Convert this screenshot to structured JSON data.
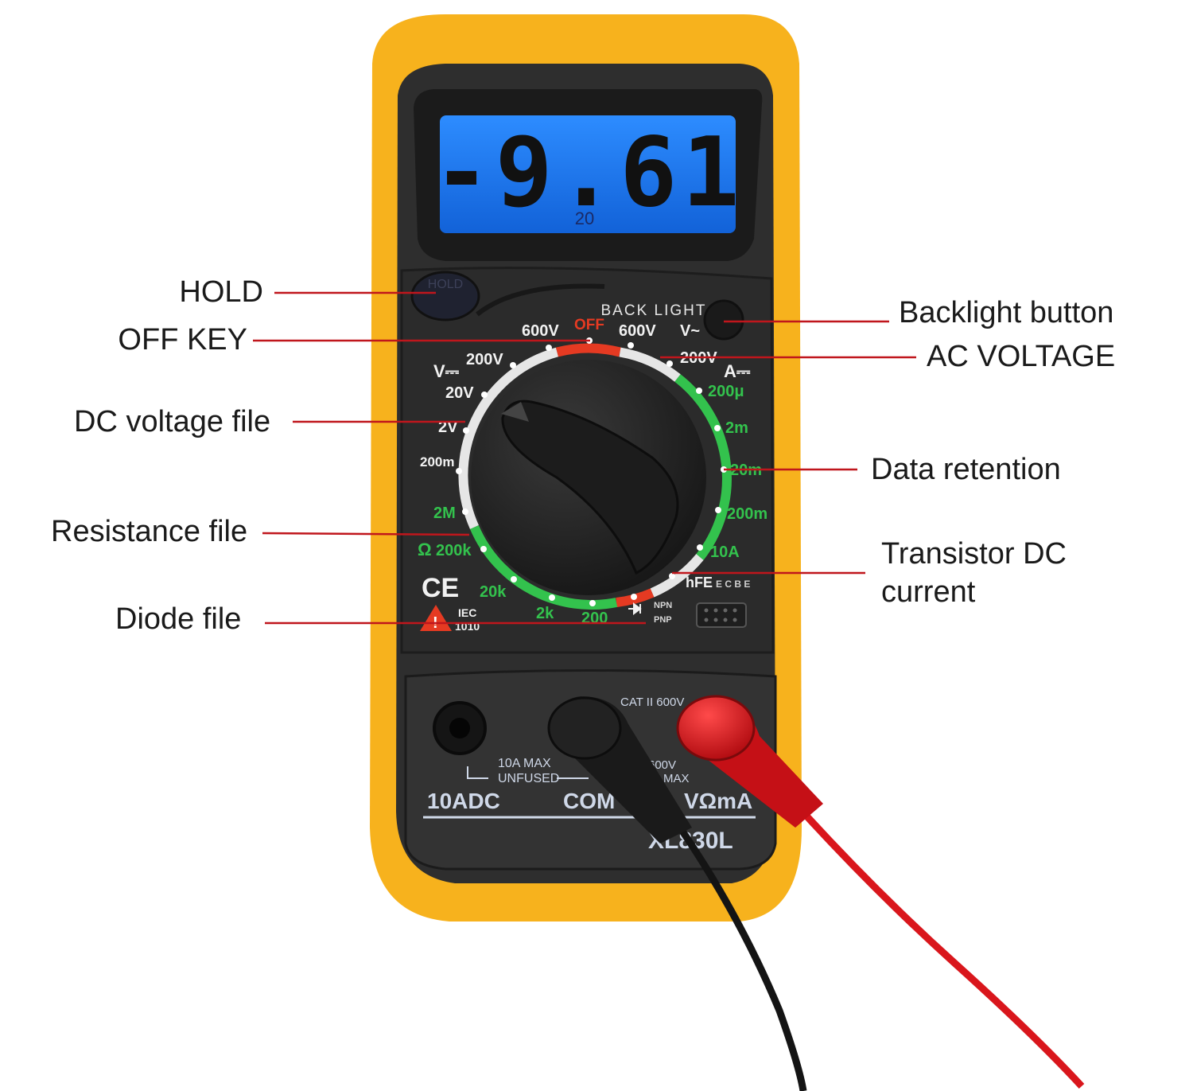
{
  "display": {
    "reading": "-9.61",
    "range_indicator": "20"
  },
  "buttons": {
    "hold_label": "HOLD",
    "backlight_label": "BACK LIGHT"
  },
  "dial": {
    "off_label": "OFF",
    "dc_voltage_symbol": "V⎓",
    "ac_voltage_symbol": "V~",
    "dc_current_symbol": "A⎓",
    "ohm_symbol": "Ω",
    "labels": {
      "dcv_600": "600V",
      "dcv_200": "200V",
      "dcv_20": "20V",
      "dcv_2": "2V",
      "dcv_200m": "200m",
      "acv_600": "600V",
      "acv_200": "200V",
      "dca_200u": "200μ",
      "dca_2m": "2m",
      "dca_20m": "20m",
      "dca_200m": "200m",
      "dca_10a": "10A",
      "hfe": "hFE",
      "hfe_pins": "E C B E",
      "ohm_2m": "2M",
      "ohm_200k": "200k",
      "ohm_20k": "20k",
      "ohm_2k": "2k",
      "ohm_200": "200",
      "npn": "NPN",
      "pnp": "PNP"
    },
    "ce_mark": "CE",
    "iec_label": "IEC",
    "iec_number": "1010"
  },
  "jacks": {
    "cat_rating": "CAT II 600V",
    "fused_note_line1": "10A MAX",
    "fused_note_line2": "UNFUSED",
    "v_max_line1": "600V",
    "v_max_line2": "MAX",
    "label_10adc": "10ADC",
    "label_com": "COM",
    "label_vohm": "VΩmA",
    "model": "XL830L"
  },
  "callouts": {
    "hold": "HOLD",
    "off_key": "OFF KEY",
    "dc_voltage_file": "DC voltage file",
    "resistance_file": "Resistance file",
    "diode_file": "Diode file",
    "backlight_button": "Backlight button",
    "ac_voltage": "AC VOLTAGE",
    "data_retention": "Data retention",
    "transistor_dc_current_line1": "Transistor DC",
    "transistor_dc_current_line2": "current"
  },
  "colors": {
    "case_yellow": "#f7b21d",
    "panel_dark": "#2e2e2e",
    "lcd_blue": "#1f78f0",
    "ring_green": "#33c24d",
    "ring_white": "#e6e6e6",
    "ring_red": "#e53a22",
    "leader_red": "#c0161c",
    "probe_red": "#d9161c",
    "probe_black": "#141414"
  }
}
